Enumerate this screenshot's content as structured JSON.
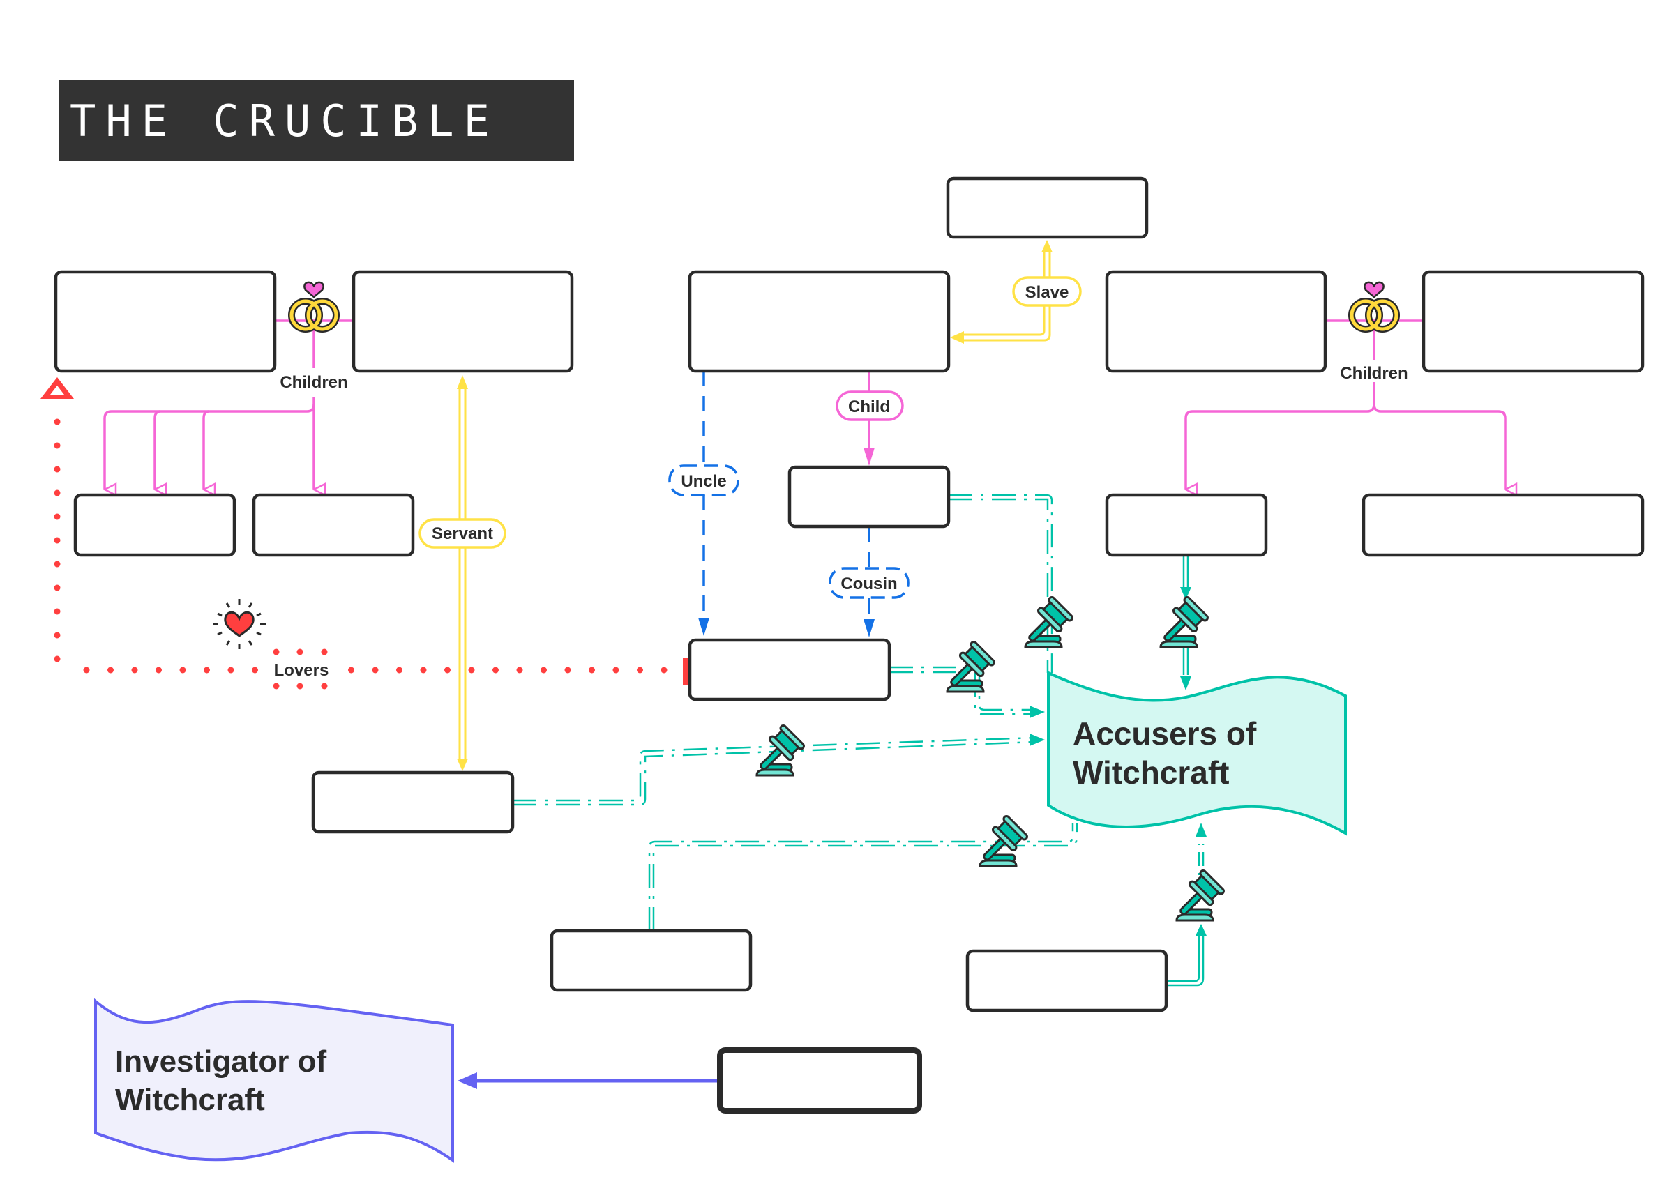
{
  "title": "THE CRUCIBLE",
  "colors": {
    "title_bg": "#333333",
    "marriage": "#f566d6",
    "servant": "#ffe246",
    "family": "#1471e6",
    "accuse": "#00c2a8",
    "lovers": "#ff3f3f",
    "investigator": "#6462f2",
    "accusers_fill": "#d4f8f2",
    "investigator_fill": "#f0f0fc"
  },
  "labels": {
    "children_left": "Children",
    "children_right": "Children",
    "slave": "Slave",
    "child": "Child",
    "uncle": "Uncle",
    "cousin": "Cousin",
    "servant": "Servant",
    "lovers": "Lovers"
  },
  "banners": {
    "accusers": [
      "Accusers of",
      "Witchcraft"
    ],
    "investigator": [
      "Investigator of",
      "Witchcraft"
    ]
  },
  "character_boxes": [
    {
      "id": "parent-left-1",
      "text": ""
    },
    {
      "id": "parent-left-2",
      "text": ""
    },
    {
      "id": "child-left-1",
      "text": ""
    },
    {
      "id": "child-left-2",
      "text": ""
    },
    {
      "id": "slave-character",
      "text": ""
    },
    {
      "id": "center-parent",
      "text": ""
    },
    {
      "id": "center-child",
      "text": ""
    },
    {
      "id": "niece-character",
      "text": ""
    },
    {
      "id": "parent-right-1",
      "text": ""
    },
    {
      "id": "parent-right-2",
      "text": ""
    },
    {
      "id": "child-right-1",
      "text": ""
    },
    {
      "id": "child-right-2",
      "text": ""
    },
    {
      "id": "servant-character",
      "text": ""
    },
    {
      "id": "accuser-lower-1",
      "text": ""
    },
    {
      "id": "accuser-lower-2",
      "text": ""
    },
    {
      "id": "investigator-character",
      "text": ""
    }
  ],
  "icons": {
    "rings": "wedding-rings-icon",
    "gavel": "gavel-icon",
    "heart": "heart-icon"
  }
}
